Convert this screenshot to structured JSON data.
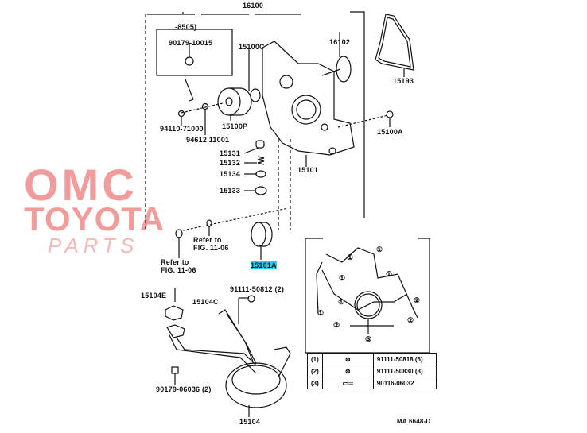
{
  "watermark": {
    "line1": "OMC",
    "line2": "TOYOTA",
    "line3": "PARTS",
    "color": "#f08a8a"
  },
  "labels": {
    "assembly": "16100",
    "range_note": "-8505)",
    "p90179_10015": "90179-10015",
    "p15100C": "15100C",
    "p16102": "16102",
    "p15193": "15193",
    "p94110_71000": "94110-71000",
    "p94612_11001": "94612 11001",
    "p15100P": "15100P",
    "p15100A": "15100A",
    "p15131": "15131",
    "p15132": "15132",
    "p15134": "15134",
    "p15133": "15133",
    "p15101": "15101",
    "refer1": "Refer to",
    "refer1b": "FIG. 11-06",
    "refer2": "Refer to",
    "refer2b": "FIG. 11-06",
    "p15101A": "15101A",
    "p15104E": "15104E",
    "p15104C": "15104C",
    "p91111_50812": "91111-50812 (2)",
    "p90179_06036": "90179-06036 (2)",
    "p15104": "15104",
    "diagram_code": "MA 6648-D"
  },
  "bolt_legend": [
    {
      "key": "1",
      "part": "91111-50818 (6)"
    },
    {
      "key": "2",
      "part": "91111-50830 (3)"
    },
    {
      "key": "3",
      "part": "90116-06032"
    }
  ],
  "highlight_color": "#22d3ee"
}
